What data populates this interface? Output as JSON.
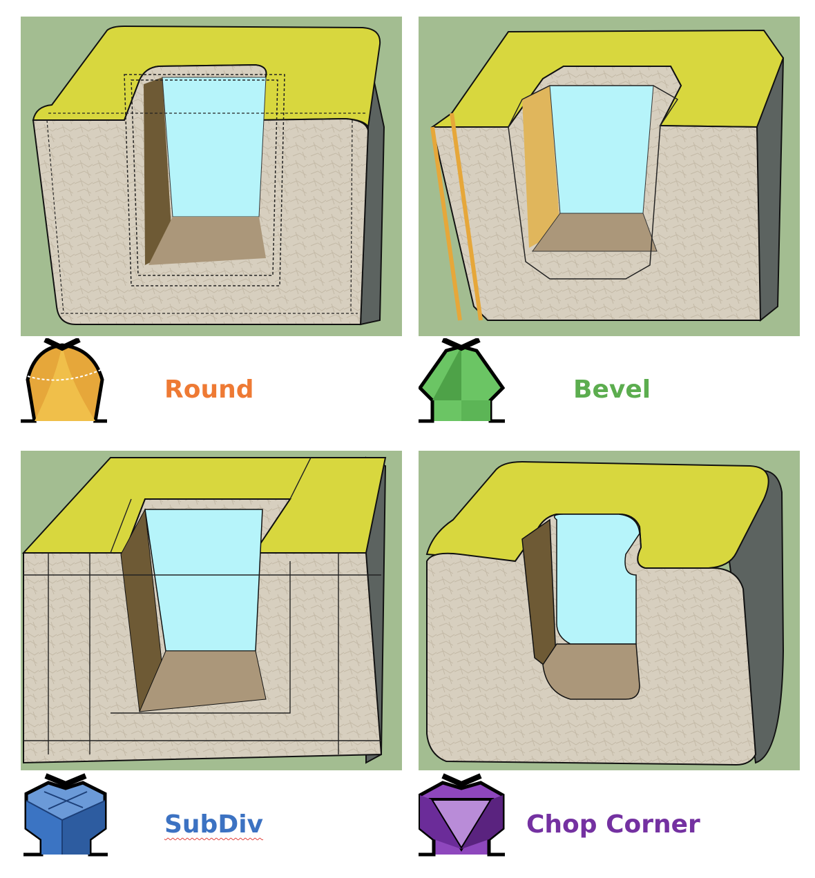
{
  "panels": [
    {
      "id": "round",
      "label": "Round",
      "color": "#ee7a34",
      "icon": "round-corner-icon"
    },
    {
      "id": "bevel",
      "label": "Bevel",
      "color": "#5cad4f",
      "icon": "bevel-corner-icon"
    },
    {
      "id": "subdiv",
      "label": "SubDiv",
      "color": "#3c72c2",
      "icon": "subdiv-corner-icon"
    },
    {
      "id": "chop",
      "label": "Chop Corner",
      "color": "#7431a1",
      "icon": "chop-corner-icon"
    }
  ],
  "colors": {
    "background": "#a3bd91",
    "top_face": "#d8d73e",
    "side_face": "#5c6360",
    "front_face": "#d6cdbd",
    "inner_wall": "#6e5a35",
    "far_wall": "#b6f4fa",
    "floor": "#ab977a"
  }
}
